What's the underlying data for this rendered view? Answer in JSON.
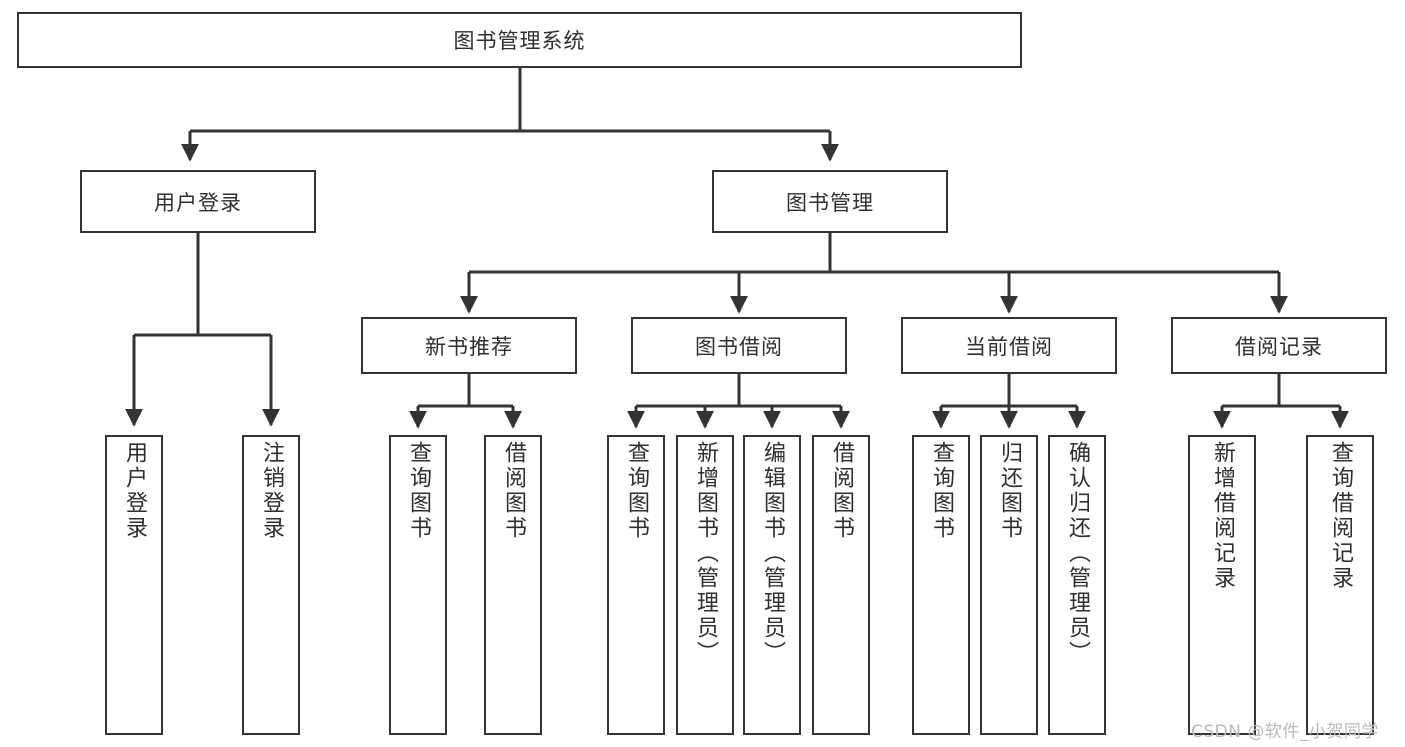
{
  "diagram": {
    "title": "图书管理系统",
    "type": "tree-hierarchy",
    "root": {
      "label": "图书管理系统"
    },
    "level2": [
      {
        "label": "用户登录"
      },
      {
        "label": "图书管理"
      }
    ],
    "level3": [
      {
        "label": "新书推荐"
      },
      {
        "label": "图书借阅"
      },
      {
        "label": "当前借阅"
      },
      {
        "label": "借阅记录"
      }
    ],
    "leaves": {
      "user_login": [
        {
          "label": "用户登录"
        },
        {
          "label": "注销登录"
        }
      ],
      "new_book_recommend": [
        {
          "label": "查询图书"
        },
        {
          "label": "借阅图书"
        }
      ],
      "book_borrow": [
        {
          "label": "查询图书"
        },
        {
          "label": "新增图书（管理员）"
        },
        {
          "label": "编辑图书（管理员）"
        },
        {
          "label": "借阅图书"
        }
      ],
      "current_borrow": [
        {
          "label": "查询图书"
        },
        {
          "label": "归还图书"
        },
        {
          "label": "确认归还（管理员）"
        }
      ],
      "borrow_record": [
        {
          "label": "新增借阅记录"
        },
        {
          "label": "查询借阅记录"
        }
      ]
    }
  },
  "watermark": {
    "text": "CSDN @软件_小贺同学"
  },
  "colors": {
    "stroke": "#333333",
    "box_fill": "#ffffff",
    "text": "#2f2f2f",
    "watermark": "#b9b9b9"
  }
}
